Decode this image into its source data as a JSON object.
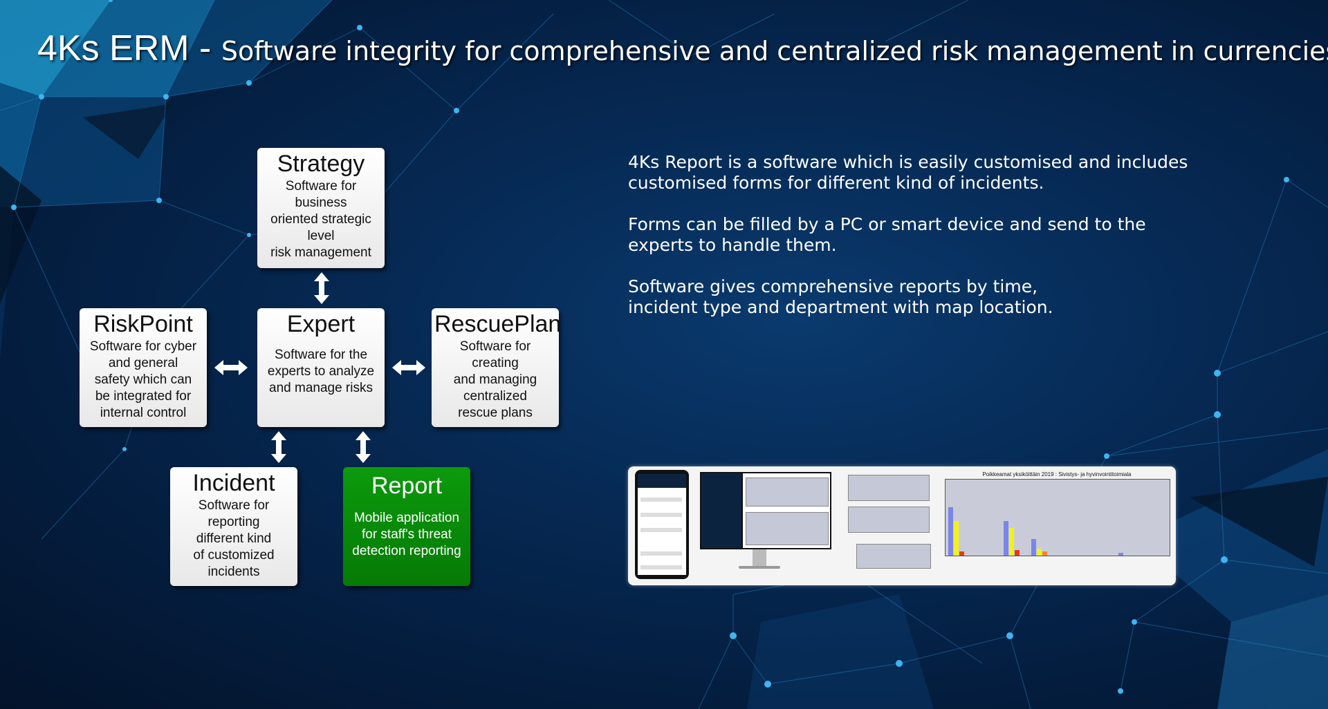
{
  "title": {
    "brand": "4Ks  ERM - ",
    "subtitle": "Software integrity for comprehensive and centralized risk management in currencies"
  },
  "boxes": {
    "strategy": {
      "head": "Strategy",
      "lines": [
        "Software for",
        "business",
        "oriented strategic",
        "level",
        "risk management"
      ]
    },
    "riskpoint": {
      "head": "RiskPoint",
      "lines": [
        "Software for cyber",
        "and  general",
        "safety which can",
        "be integrated for",
        "internal control"
      ]
    },
    "expert": {
      "head": "Expert",
      "lines": [
        "Software for the",
        "experts to analyze",
        "and manage risks"
      ]
    },
    "rescueplan": {
      "head": "RescuePlan",
      "lines": [
        "Software for",
        "creating",
        "and managing",
        "centralized",
        "rescue plans"
      ]
    },
    "incident": {
      "head": "Incident",
      "lines": [
        "Software for",
        "reporting",
        "different kind",
        "of customized",
        "incidents"
      ]
    },
    "report": {
      "head": "Report",
      "lines": [
        "Mobile application",
        "for staff's threat",
        "detection reporting"
      ]
    }
  },
  "info": {
    "p1_l1": "4Ks Report is a software which is easily customised and includes",
    "p1_l2": "customised forms for different kind of incidents.",
    "p2_l1": "Forms can be filled by a PC or smart device and send to the",
    "p2_l2": "experts to handle them.",
    "p3_l1": "Software gives comprehensive reports by time,",
    "p3_l2": "incident type and department with map location."
  },
  "screenshot": {
    "chart_title": "Poikkeamat yksiköittäin 2019 : Sivistys- ja hyvinvointitoimiala"
  },
  "colors": {
    "report_box": "#0a8a0a",
    "background": "#062a55",
    "bar_blue": "#7b86e8",
    "bar_yellow": "#f2f21a",
    "bar_red": "#e23a1a",
    "bar_orange": "#f28a1a"
  }
}
